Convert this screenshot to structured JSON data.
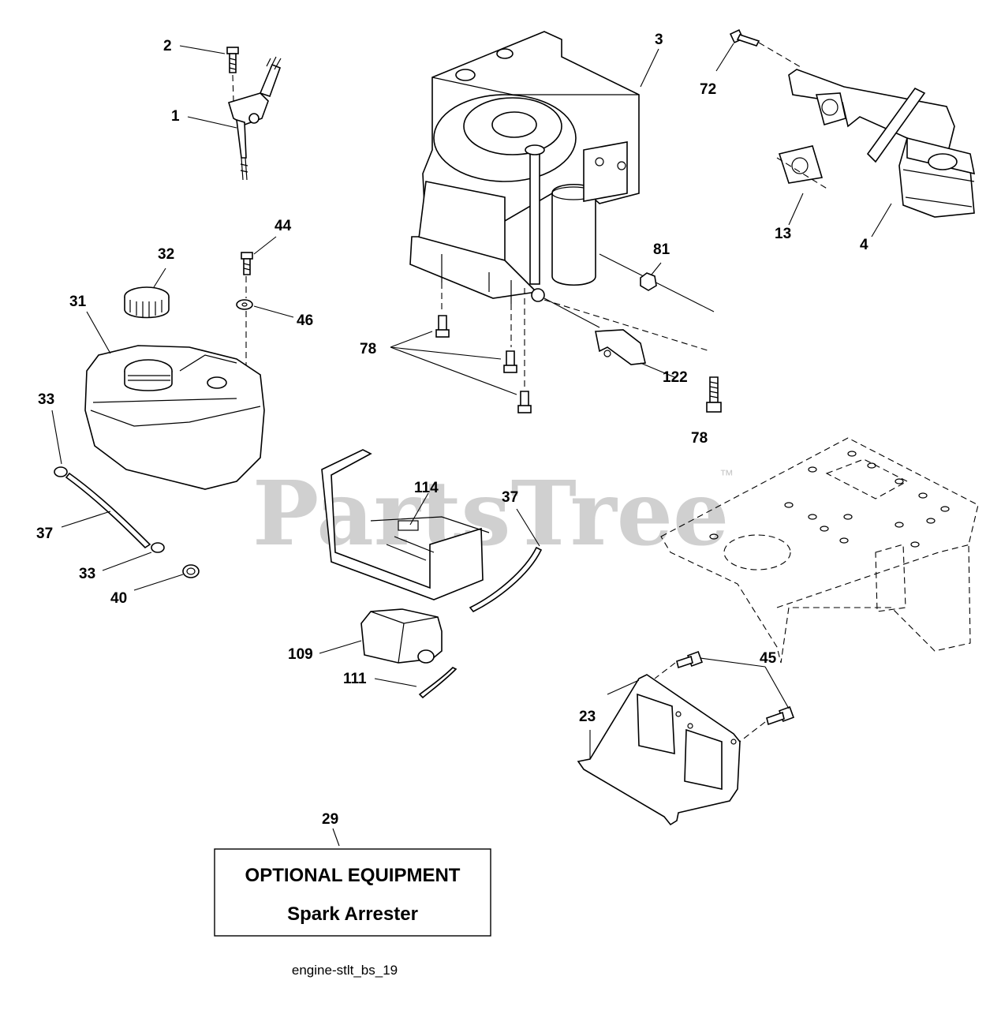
{
  "callouts": {
    "c1": "1",
    "c2": "2",
    "c3": "3",
    "c4": "4",
    "c13": "13",
    "c72": "72",
    "c44": "44",
    "c32": "32",
    "c31": "31",
    "c46": "46",
    "c81": "81",
    "c78a": "78",
    "c78b": "78",
    "c122": "122",
    "c33a": "33",
    "c33b": "33",
    "c37a": "37",
    "c37b": "37",
    "c40": "40",
    "c114": "114",
    "c109": "109",
    "c111": "111",
    "c45": "45",
    "c23": "23",
    "c29": "29"
  },
  "optional_box": {
    "title": "OPTIONAL EQUIPMENT",
    "subtitle": "Spark Arrester"
  },
  "watermark": {
    "text": "PartsTree",
    "tm": "™"
  },
  "diagram_id": "engine-stlt_bs_19"
}
